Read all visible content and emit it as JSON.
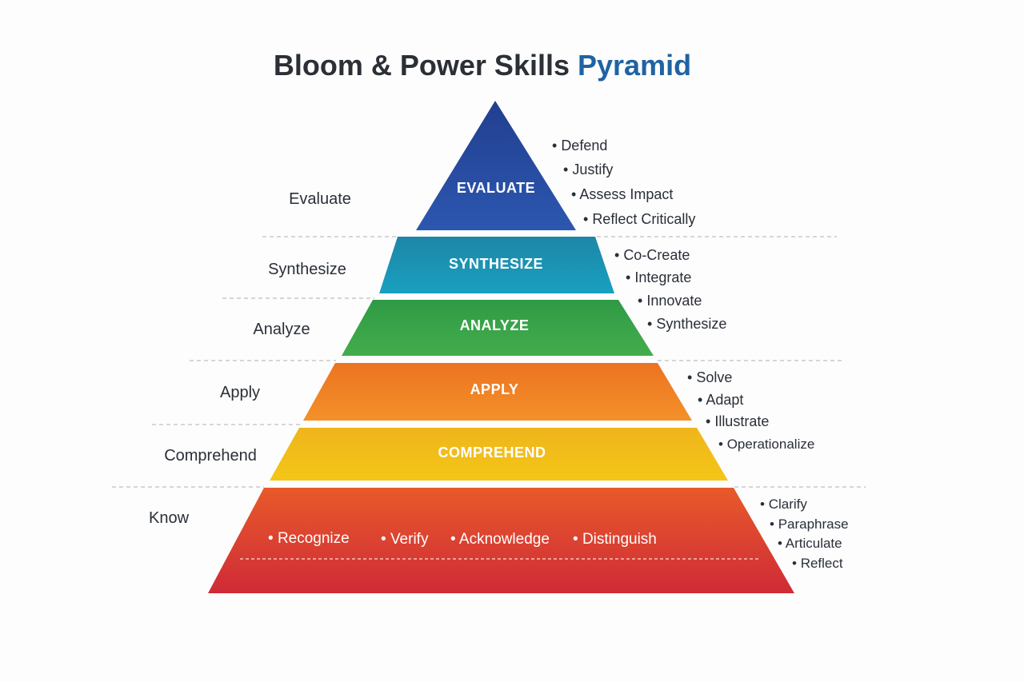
{
  "title": {
    "main": "Bloom & Power Skills ",
    "accent": "Pyramid",
    "accent_color": "#1f63a3"
  },
  "levels": [
    {
      "label": "Evaluate",
      "inner": "EVALUATE",
      "color_top": "#223f8f",
      "color_bottom": "#2c57b0",
      "skills": [
        "Defend",
        "Justify",
        "Assess Impact",
        "Reflect Critically"
      ]
    },
    {
      "label": "Synthesize",
      "inner": "SYNTHESIZE",
      "color_top": "#1e86a6",
      "color_bottom": "#19a0c0",
      "skills": [
        "Co-Create",
        "Integrate",
        "Innovate",
        "Synthesize"
      ]
    },
    {
      "label": "Analyze",
      "inner": "ANALYZE",
      "color_top": "#2f9a45",
      "color_bottom": "#43ad4c",
      "skills": []
    },
    {
      "label": "Apply",
      "inner": "APPLY",
      "color_top": "#ec7322",
      "color_bottom": "#f39128",
      "skills": [
        "Solve",
        "Adapt",
        "Illustrate",
        "Operationalize"
      ]
    },
    {
      "label": "Comprehend",
      "inner": "COMPREHEND",
      "color_top": "#efb51c",
      "color_bottom": "#f4c617",
      "skills": []
    },
    {
      "label": "Know",
      "inner": "",
      "color_top": "#e85a2a",
      "color_bottom": "#cf2b37",
      "skills": [
        "Clarify",
        "Paraphrase",
        "Articulate",
        "Reflect"
      ],
      "inner_skills": [
        "Recognize",
        "Verify",
        "Acknowledge",
        "Distinguish"
      ]
    }
  ],
  "bullet": "•"
}
